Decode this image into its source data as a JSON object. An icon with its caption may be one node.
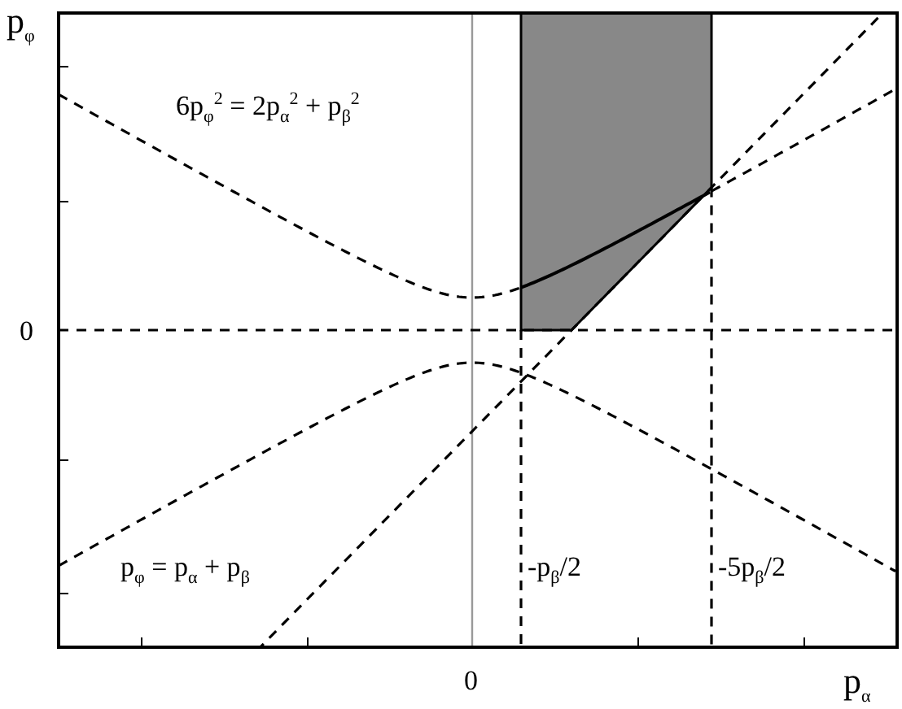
{
  "diagram": {
    "labels": [
      "p$_{φ}$",
      "6p$_{φ}$$^{2}$ = 2p$_{α}$$^{2}$ + p$_{β}$$^{2}$",
      "0",
      "p$_{φ}$ = p$_{α}$ + p$_{β}$",
      "-p$_{β}$/2",
      "-5p$_{β}$/2",
      "0",
      "p$_{α}$"
    ]
  }
}
